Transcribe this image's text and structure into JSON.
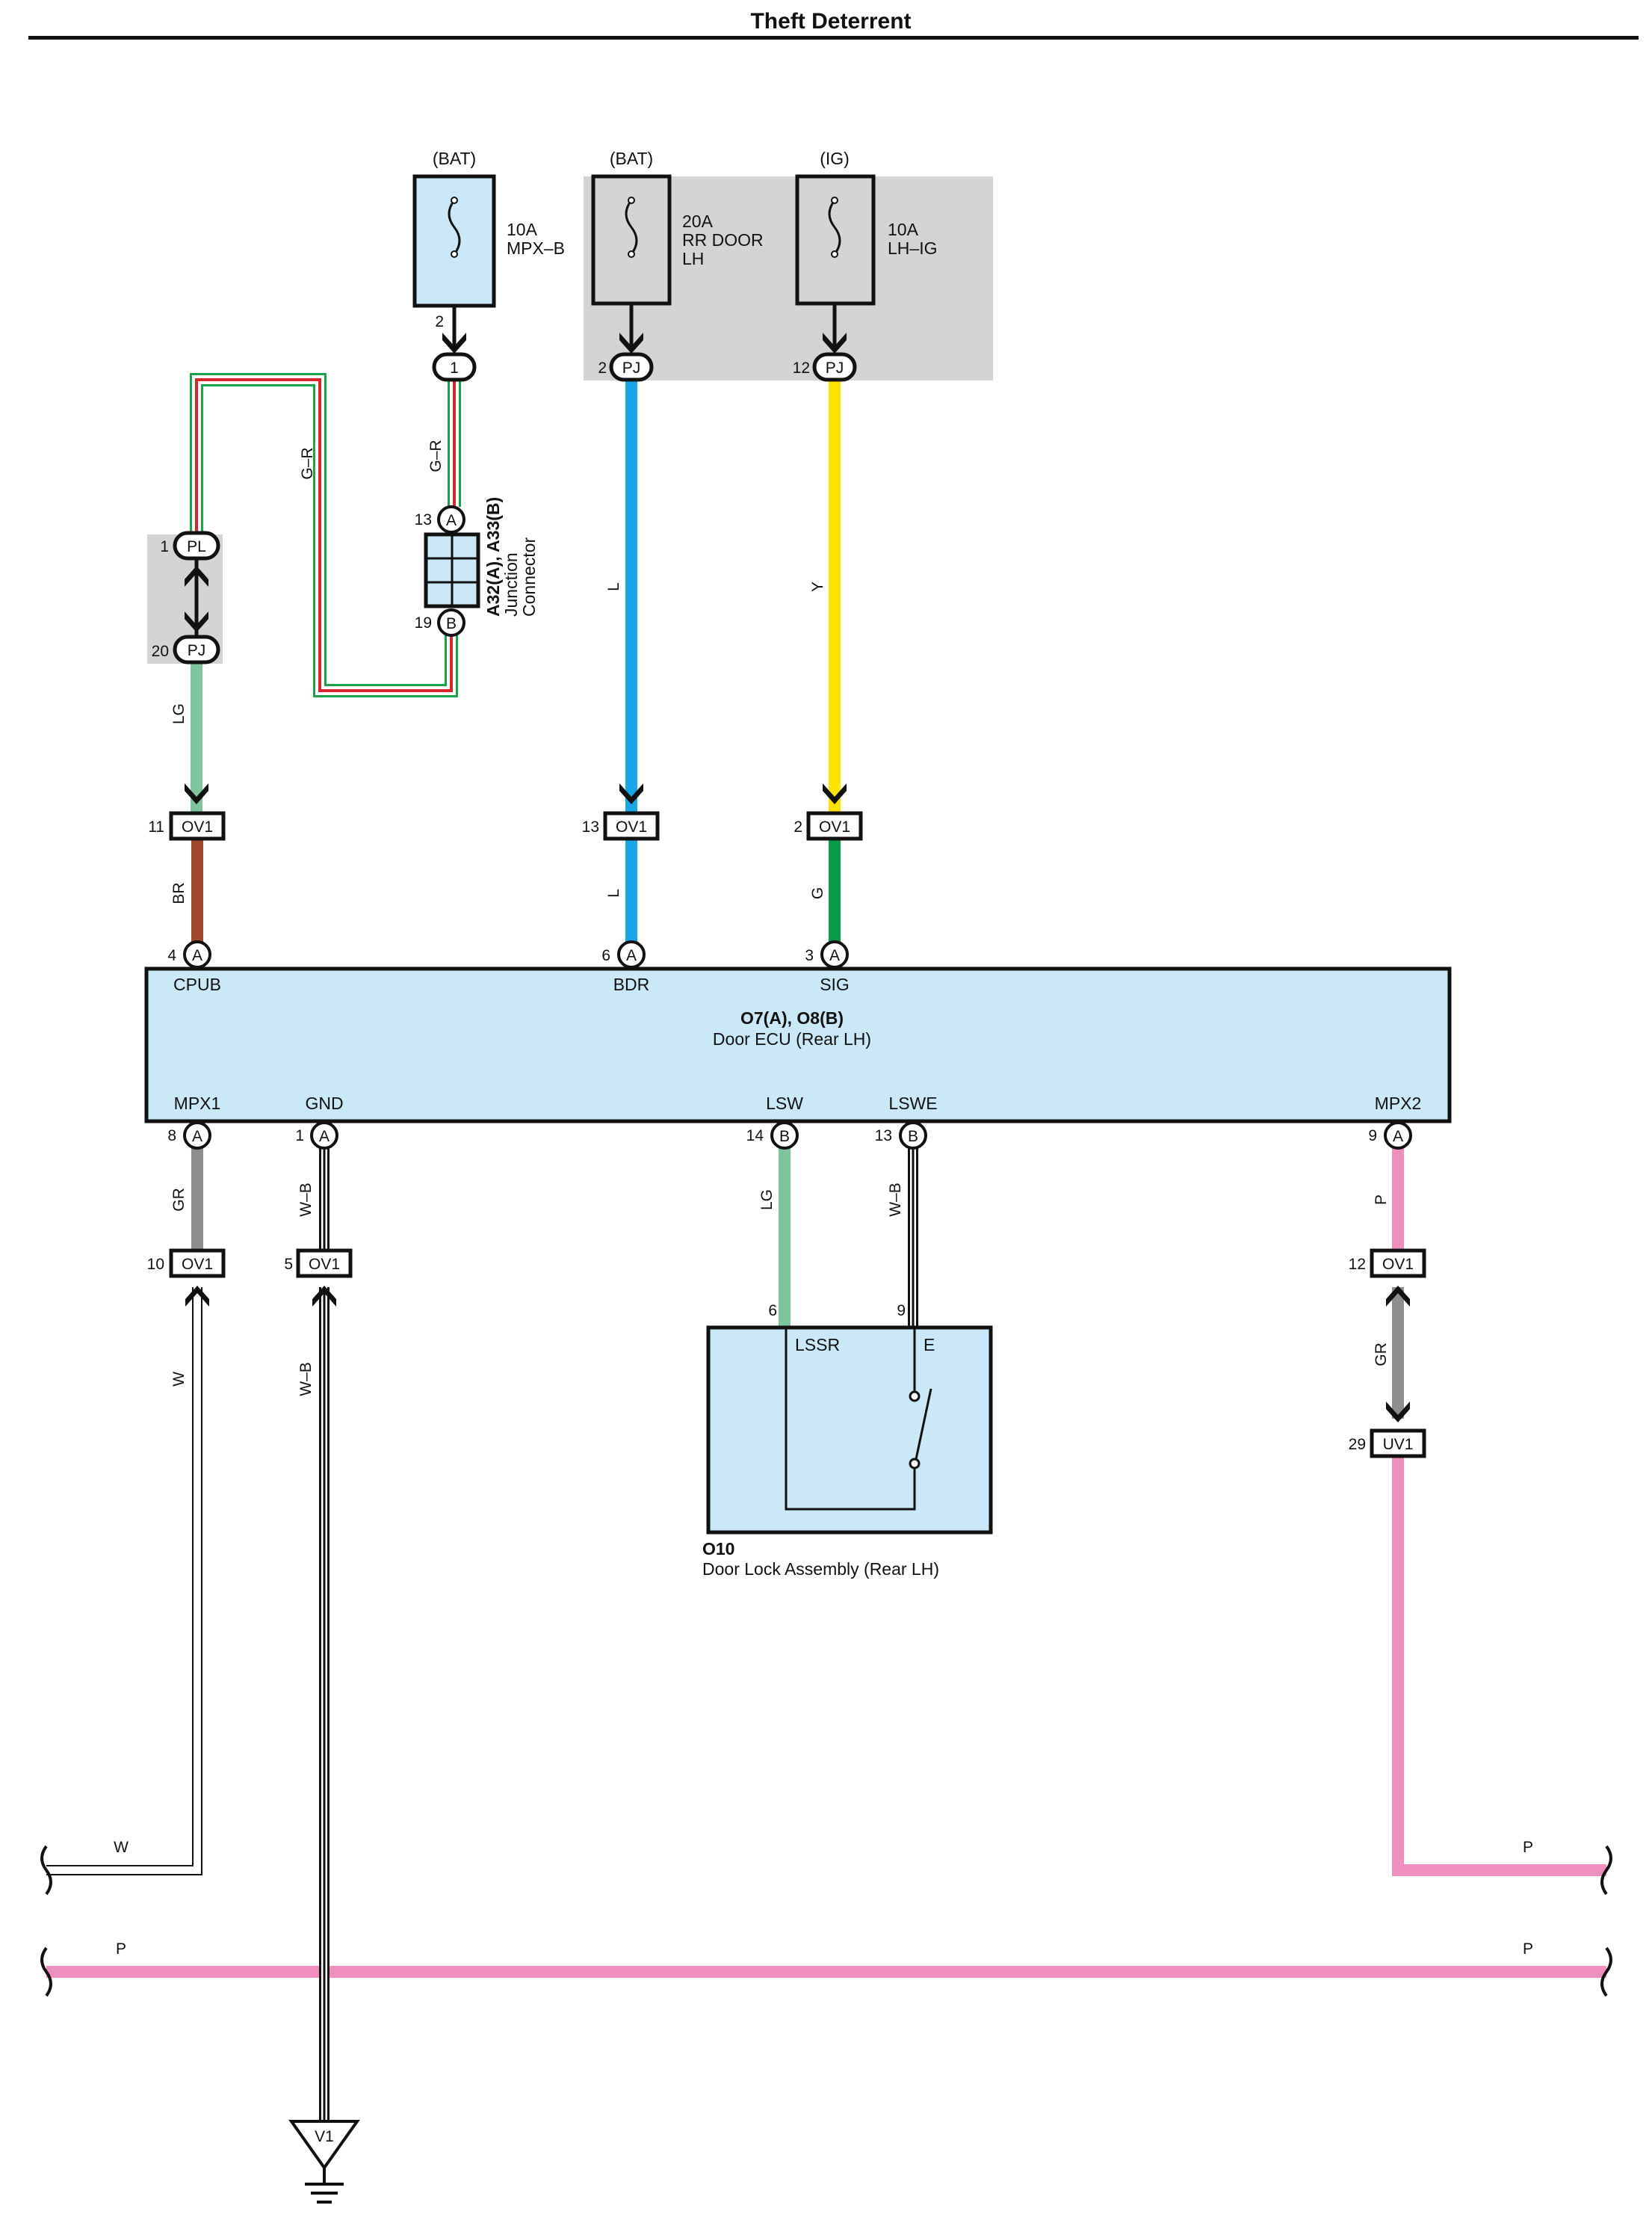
{
  "title": "Theft Deterrent",
  "colors": {
    "LG": "#7dc59a",
    "BR": "#a0472c",
    "L": "#19a6e6",
    "Y": "#ffe200",
    "G": "#0a9a4c",
    "GR": "#8e8e8e",
    "P": "#ef8fbf",
    "W": "#ffffff",
    "G-R_outer": "#1aa34a",
    "G-R_stripe": "#d8262d",
    "component_fill": "#c9e8f8",
    "shade": "#d4d4d4"
  },
  "fuses": [
    {
      "source": "(BAT)",
      "rating": "10A",
      "name_lines": [
        "MPX–B"
      ],
      "pin": "2",
      "connector": "1"
    },
    {
      "source": "(BAT)",
      "rating": "20A",
      "name_lines": [
        "RR DOOR",
        "LH"
      ],
      "pin": "2",
      "connector": "PJ"
    },
    {
      "source": "(IG)",
      "rating": "10A",
      "name_lines": [
        "LH–IG"
      ],
      "pin": "12",
      "connector": "PJ"
    }
  ],
  "junction_connector": {
    "name": "A32(A), A33(B)",
    "desc_lines": [
      "Junction",
      "Connector"
    ],
    "pin_top": "13",
    "pin_top_code": "A",
    "pin_bottom": "19",
    "pin_bottom_code": "B"
  },
  "pl_pj": {
    "pin1": "1",
    "code1": "PL",
    "pin2": "20",
    "code2": "PJ"
  },
  "ecu": {
    "name": "O7(A), O8(B)",
    "desc": "Door ECU (Rear LH)",
    "top_pins": [
      {
        "num": "4",
        "code": "A",
        "label": "CPUB"
      },
      {
        "num": "6",
        "code": "A",
        "label": "BDR"
      },
      {
        "num": "3",
        "code": "A",
        "label": "SIG"
      }
    ],
    "bottom_pins": [
      {
        "num": "8",
        "code": "A",
        "label": "MPX1"
      },
      {
        "num": "1",
        "code": "A",
        "label": "GND"
      },
      {
        "num": "14",
        "code": "B",
        "label": "LSW"
      },
      {
        "num": "13",
        "code": "B",
        "label": "LSWE"
      },
      {
        "num": "9",
        "code": "A",
        "label": "MPX2"
      }
    ]
  },
  "ov1_top": [
    {
      "num": "11",
      "code": "OV1"
    },
    {
      "num": "13",
      "code": "OV1"
    },
    {
      "num": "2",
      "code": "OV1"
    }
  ],
  "ov1_bottom": [
    {
      "num": "10",
      "code": "OV1"
    },
    {
      "num": "5",
      "code": "OV1"
    },
    {
      "num": "12",
      "code": "OV1"
    }
  ],
  "uv1": {
    "num": "29",
    "code": "UV1"
  },
  "door_lock": {
    "name": "O10",
    "desc": "Door Lock Assembly (Rear LH)",
    "pin_lssr": "6",
    "pin_e": "9",
    "label_lssr": "LSSR",
    "label_e": "E"
  },
  "ground": {
    "code": "V1"
  },
  "wire_labels": {
    "g_r_left": "G–R",
    "g_r_right": "G–R",
    "lg_upper": "LG",
    "l_upper": "L",
    "y_upper": "Y",
    "br": "BR",
    "l_lower": "L",
    "g": "G",
    "gr_ecu": "GR",
    "w_b_ecu": "W–B",
    "lg_lsw": "LG",
    "w_b_lswe": "W–B",
    "p_mpx2": "P",
    "w_lower": "W",
    "w_b_lower": "W–B",
    "gr_lower": "GR",
    "w_bottom": "W",
    "p_right_upper": "P",
    "p_bus_left": "P",
    "p_bus_right": "P"
  }
}
